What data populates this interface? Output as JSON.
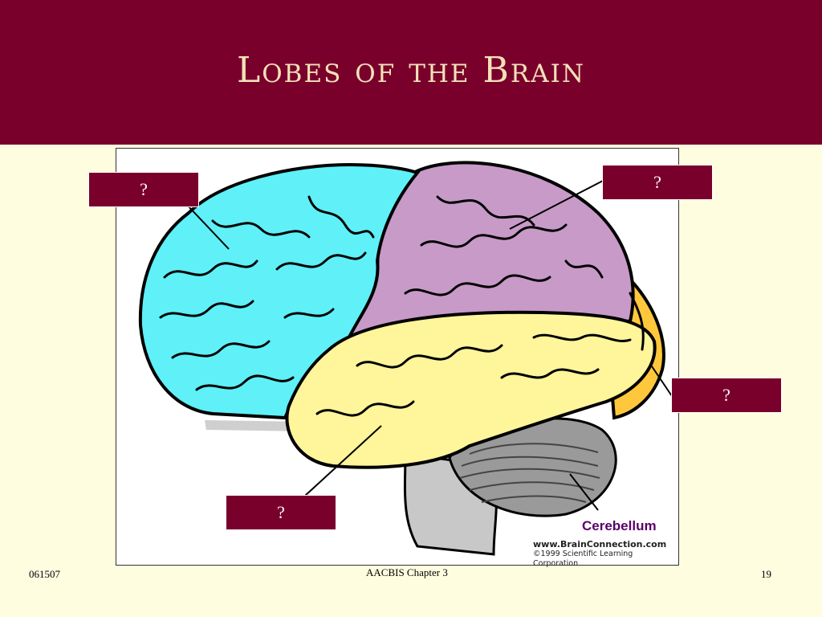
{
  "slide": {
    "title": "Lobes of the Brain",
    "footer_left": "061507",
    "footer_center": "AACBIS Chapter 3",
    "footer_right": "19"
  },
  "diagram": {
    "label_boxes": [
      "?",
      "?",
      "?",
      "?"
    ],
    "cerebellum_label": "Cerebellum",
    "credit_site": "www.BrainConnection.com",
    "credit_copyright": "©1999 Scientific Learning Corporation"
  },
  "colors": {
    "header_bg": "#7a002c",
    "title_text": "#f2e2b8",
    "slide_bg": "#fffde0",
    "frontal_lobe": "#5ff0f8",
    "parietal_lobe": "#c89ac8",
    "temporal_lobe": "#fff59a",
    "occipital_lobe": "#ffc83c",
    "cerebellum": "#9a9a9a",
    "brainstem": "#c8c8c8"
  }
}
